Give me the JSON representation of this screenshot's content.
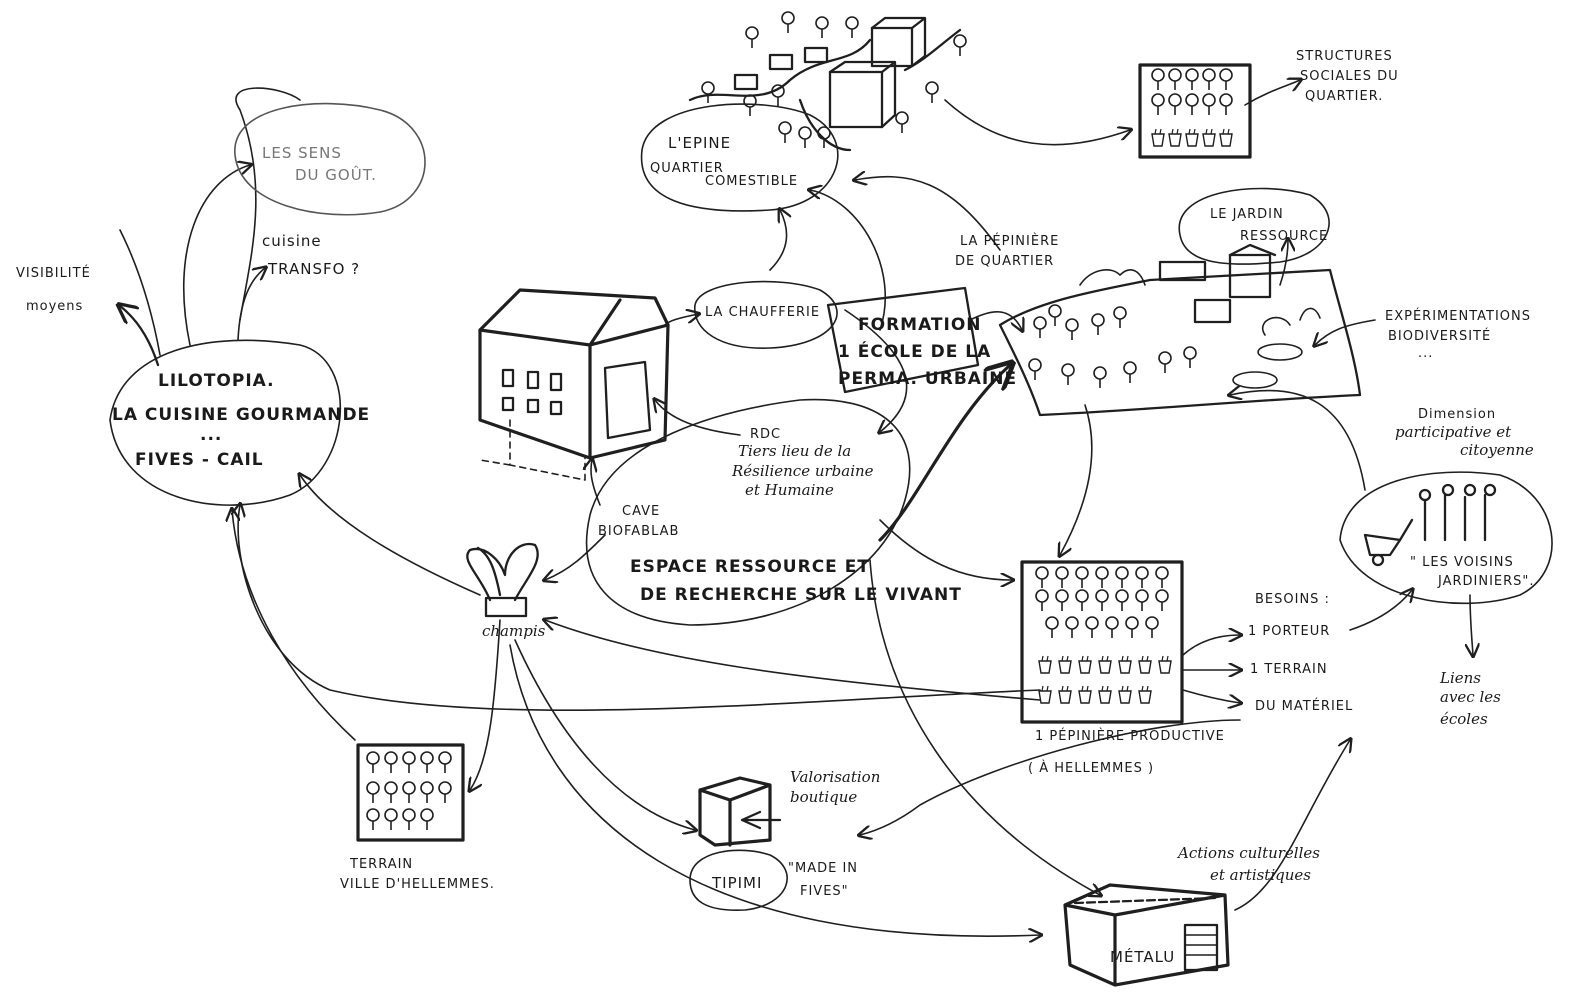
{
  "nodes": {
    "lilotopia": {
      "line1": "LILOTOPIA.",
      "line2": "LA CUISINE GOURMANDE",
      "line3": "...",
      "line4": "FIVES - CAIL"
    },
    "sens_du_gout": {
      "line1": "LES SENS",
      "line2": "DU GOÛT."
    },
    "cuisine_transfo": {
      "line1": "cuisine",
      "line2": "TRANSFO ?"
    },
    "visibilite": {
      "line1": "VISIBILITÉ",
      "line2": "moyens"
    },
    "epine": {
      "line1": "L'EPINE",
      "line2": "QUARTIER",
      "line3": "COMESTIBLE"
    },
    "structures": {
      "line1": "STRUCTURES",
      "line2": "SOCIALES DU",
      "line3": "QUARTIER."
    },
    "jardin": {
      "line1": "LE JARDIN",
      "line2": "RESSOURCE"
    },
    "pepiniere_quartier": {
      "line1": "LA PÉPINIÈRE",
      "line2": "DE QUARTIER"
    },
    "experimentations": {
      "line1": "EXPÉRIMENTATIONS",
      "line2": "BIODIVERSITÉ",
      "line3": "..."
    },
    "chaufferie": {
      "line1": "LA CHAUFFERIE"
    },
    "formation": {
      "line1": "FORMATION",
      "line2": "1 ÉCOLE DE LA",
      "line3": "PERMA. URBAINE"
    },
    "rdc": {
      "line1": "RDC",
      "line2": "Tiers lieu de la",
      "line3": "Résilience urbaine",
      "line4": "et Humaine"
    },
    "cave": {
      "line1": "CAVE",
      "line2": "BIOFABLAB"
    },
    "espace": {
      "line1": "ESPACE RESSOURCE ET",
      "line2": "DE RECHERCHE SUR LE VIVANT"
    },
    "champis": {
      "line1": "champis"
    },
    "dimension": {
      "line1": "Dimension",
      "line2": "participative et",
      "line3": "citoyenne"
    },
    "voisins": {
      "line1": "\" LES VOISINS",
      "line2": "JARDINIERS\"."
    },
    "besoins": {
      "title": "BESOINS :",
      "item1": "1 PORTEUR",
      "item2": "1 TERRAIN",
      "item3": "DU MATÉRIEL"
    },
    "liens": {
      "line1": "Liens",
      "line2": "avec les",
      "line3": "écoles"
    },
    "pepiniere_productive": {
      "line1": "1 PÉPINIÈRE PRODUCTIVE",
      "line2": "( À HELLEMMES )"
    },
    "terrain": {
      "line1": "TERRAIN",
      "line2": "VILLE D'HELLEMMES."
    },
    "valorisation": {
      "line1": "Valorisation",
      "line2": "boutique"
    },
    "tipimi": {
      "line1": "TIPIMI",
      "line2": "\"MADE IN",
      "line3": "FIVES\""
    },
    "actions": {
      "line1": "Actions culturelles",
      "line2": "et artistiques"
    },
    "metalu": {
      "line1": "MÉTALU"
    }
  },
  "icons": {
    "lilotopia_building": "house-icon",
    "greenhouse": "greenhouse-icon",
    "tree_grid": "nursery-trees-icon",
    "wheelbarrow": "wheelbarrow-icon",
    "plant": "plant-icon"
  },
  "colors": {
    "ink": "#1f1f1f",
    "paper": "#ffffff"
  }
}
